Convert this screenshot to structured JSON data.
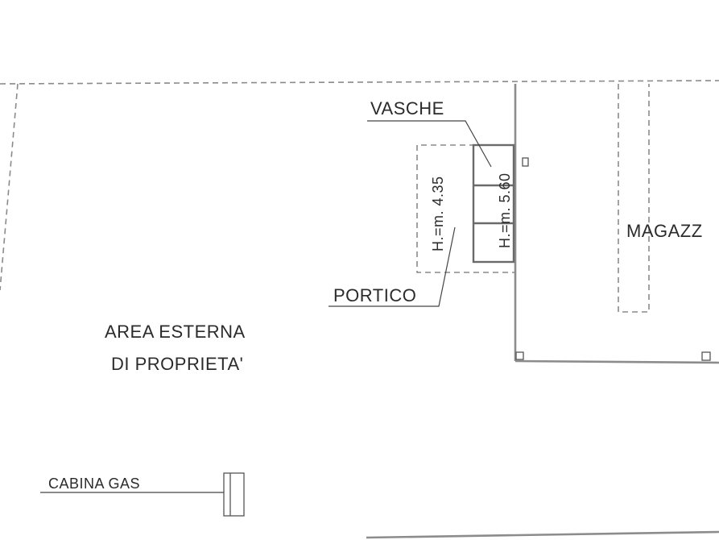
{
  "labels": {
    "vasche": "VASCHE",
    "portico": "PORTICO",
    "height_portico": "H.=m. 4.35",
    "height_vasche": "H.=m. 5.60",
    "magazzino": "MAGAZZ",
    "area_line1": "AREA ESTERNA",
    "area_line2": "DI PROPRIETA'",
    "cabina_gas": "CABINA GAS"
  },
  "colors": {
    "line": "#8a8a8a",
    "text": "#2b2b2b",
    "background": "#ffffff"
  }
}
